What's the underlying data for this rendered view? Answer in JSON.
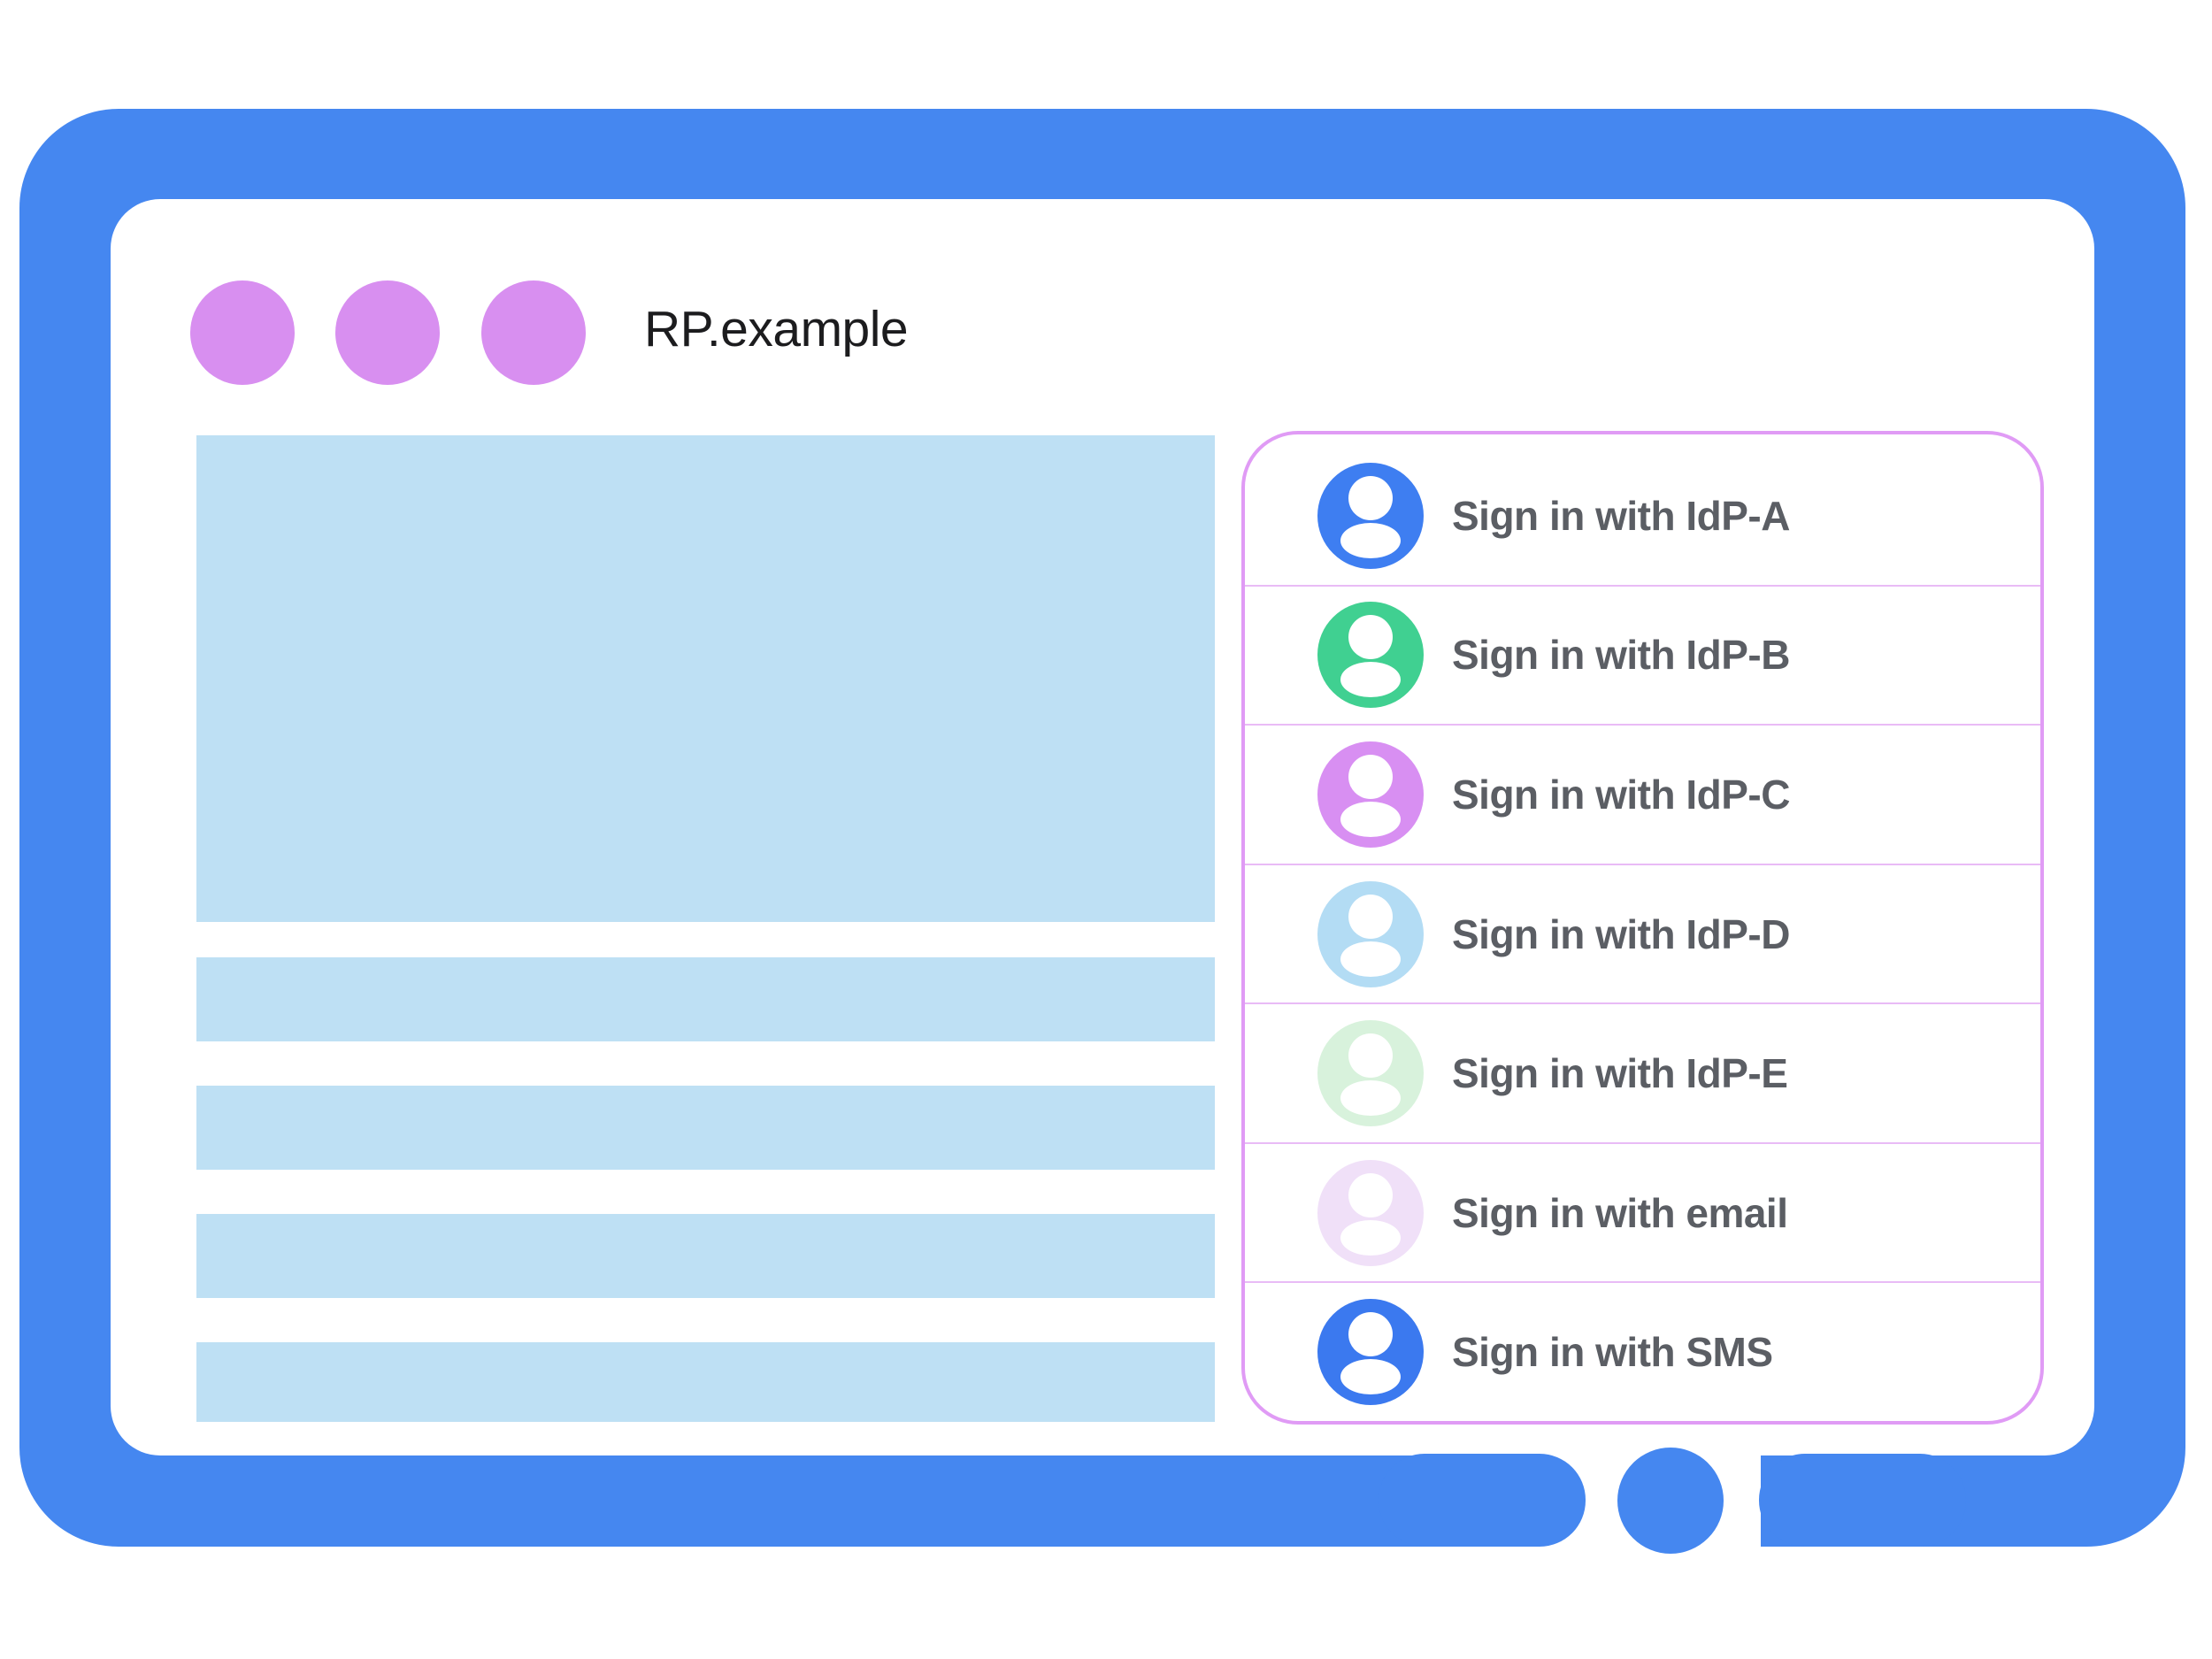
{
  "window": {
    "title": "RP.example"
  },
  "panel": {
    "rows": [
      {
        "label": "Sign in with IdP-A",
        "icon": "person-avatar-icon",
        "color": "#3E7EF1"
      },
      {
        "label": "Sign in with IdP-B",
        "icon": "person-avatar-icon",
        "color": "#40D091"
      },
      {
        "label": "Sign in with IdP-C",
        "icon": "person-avatar-icon",
        "color": "#D88FF2"
      },
      {
        "label": "Sign in with IdP-D",
        "icon": "person-avatar-icon",
        "color": "#B3DCF4"
      },
      {
        "label": "Sign in with IdP-E",
        "icon": "person-avatar-icon",
        "color": "#D8F2DC"
      },
      {
        "label": "Sign in with email",
        "icon": "person-avatar-icon",
        "color": "#F0E0F8"
      },
      {
        "label": "Sign in with SMS",
        "icon": "person-avatar-icon",
        "color": "#3B79EF"
      }
    ]
  },
  "colors": {
    "frame_blue": "#4587F0",
    "dot_purple": "#D88FF0",
    "placeholder_blue": "#BEE0F4",
    "panel_border": "#E09BF5",
    "panel_divider": "#E9BBF6",
    "label_gray": "#5B5E64",
    "title_black": "#1C1C1E"
  }
}
